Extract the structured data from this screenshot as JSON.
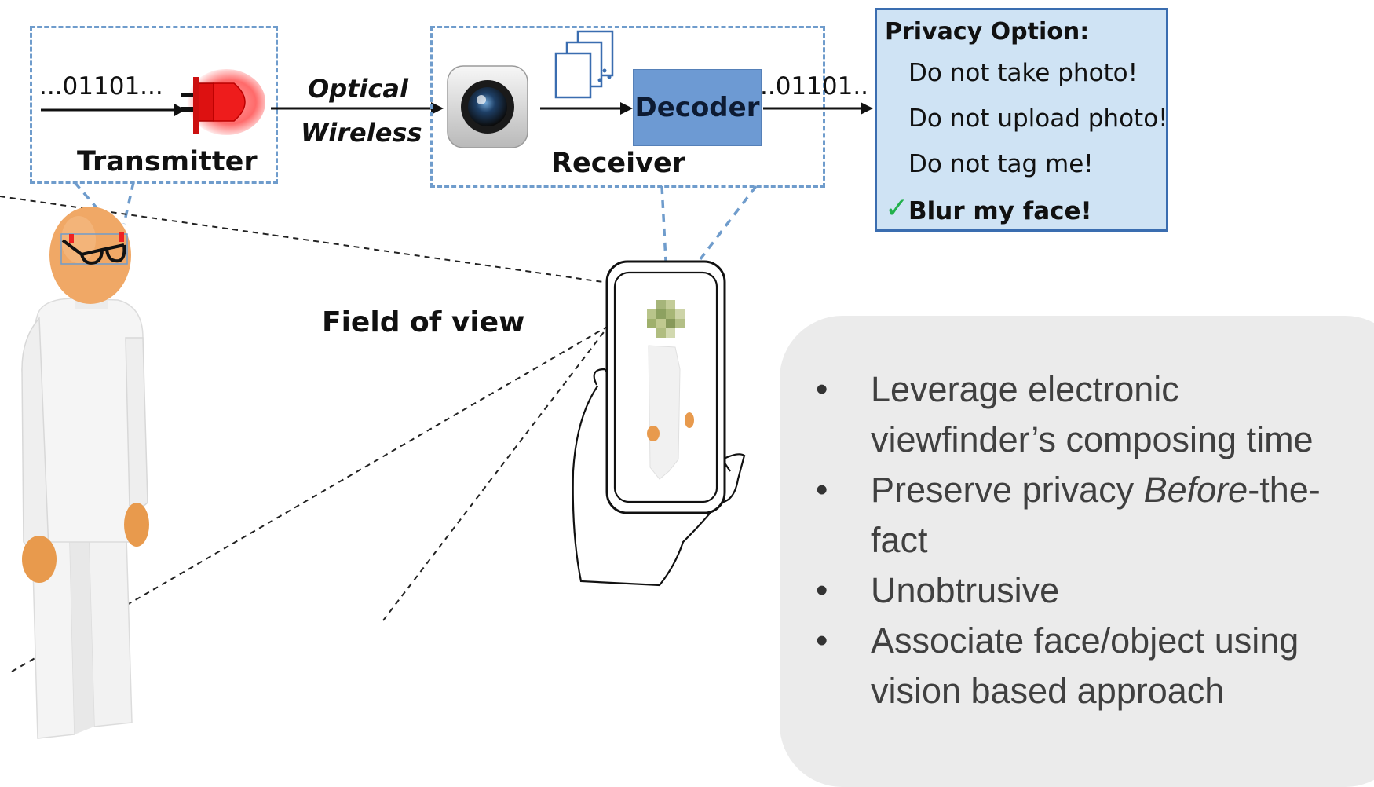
{
  "transmitter": {
    "bits": "...01101...",
    "label": "Transmitter"
  },
  "link": {
    "line1": "Optical",
    "line2": "Wireless"
  },
  "receiver": {
    "label": "Receiver",
    "decoder_label": "Decoder",
    "output_bits": "..01101.."
  },
  "privacy": {
    "title": "Privacy Option:",
    "options": [
      "Do not take photo!",
      "Do not upload photo!",
      "Do not tag me!"
    ],
    "checked_mark": "✓",
    "checked_option": "Blur my face!"
  },
  "field_of_view_label": "Field of view",
  "bullets": {
    "b1": "Leverage electronic viewfinder’s composing time",
    "b2_pre": "Preserve privacy ",
    "b2_em": "Before",
    "b2_post": "-the-fact",
    "b3": "Unobtrusive",
    "b4": "Associate face/object using vision  based approach"
  },
  "colors": {
    "dashed_box": "#6f9ccc",
    "decoder_fill": "#6d9ad3",
    "privacy_fill": "#cfe3f4",
    "check_green": "#22b14c",
    "bullet_panel": "#ebebeb"
  }
}
